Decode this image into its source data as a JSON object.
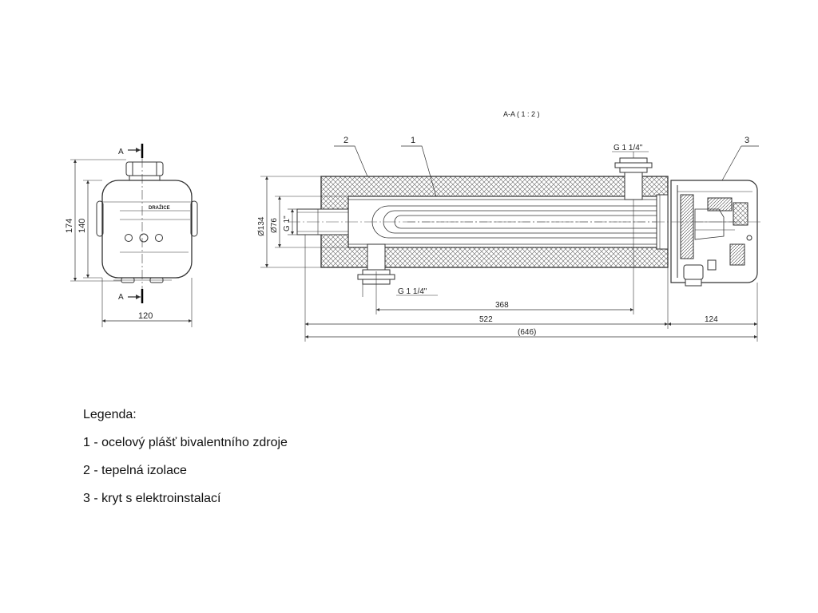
{
  "drawing": {
    "section_title": "A-A ( 1 : 2 )",
    "section_marker": "A",
    "brand_label": "DRAŽICE",
    "front_view": {
      "dim_width": "120",
      "dim_height_outer": "174",
      "dim_height_inner": "140"
    },
    "side_view": {
      "dim_diameter_outer": "Ø134",
      "dim_diameter_inner": "Ø76",
      "dim_thread_inlet": "G 1\"",
      "thread_top": "G 1 1/4\"",
      "thread_bottom": "G 1 1/4\"",
      "dim_368": "368",
      "dim_522": "522",
      "dim_124": "124",
      "dim_total": "(646)"
    },
    "callouts": [
      "1",
      "2",
      "3"
    ]
  },
  "legend": {
    "title": "Legenda:",
    "items": [
      "1 - ocelový plášť bivalentního zdroje",
      "2 - tepelná izolace",
      "3 - kryt s elektroinstalací"
    ]
  }
}
